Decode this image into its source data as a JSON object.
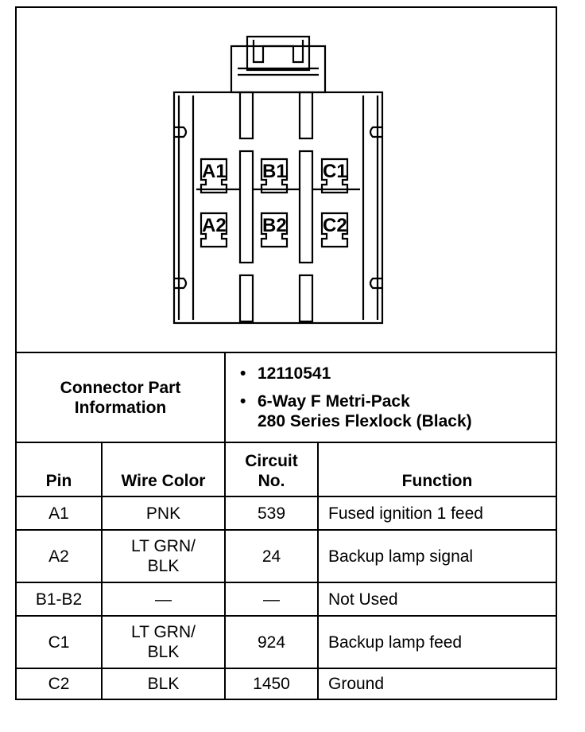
{
  "connector": {
    "pins": [
      "A1",
      "B1",
      "C1",
      "A2",
      "B2",
      "C2"
    ]
  },
  "part_info": {
    "label_line1": "Connector Part",
    "label_line2": "Information",
    "part_number": "12110541",
    "description_line1": "6-Way F Metri-Pack",
    "description_line2": "280 Series Flexlock (Black)"
  },
  "table": {
    "headers": {
      "pin": "Pin",
      "wire_color": "Wire Color",
      "circuit_line1": "Circuit",
      "circuit_line2": "No.",
      "function": "Function"
    },
    "rows": [
      {
        "pin": "A1",
        "wire_line1": "PNK",
        "wire_line2": "",
        "circuit": "539",
        "function": "Fused ignition 1 feed"
      },
      {
        "pin": "A2",
        "wire_line1": "LT GRN/",
        "wire_line2": "BLK",
        "circuit": "24",
        "function": "Backup lamp signal"
      },
      {
        "pin": "B1-B2",
        "wire_line1": "—",
        "wire_line2": "",
        "circuit": "—",
        "function": "Not Used"
      },
      {
        "pin": "C1",
        "wire_line1": "LT GRN/",
        "wire_line2": "BLK",
        "circuit": "924",
        "function": "Backup lamp feed"
      },
      {
        "pin": "C2",
        "wire_line1": "BLK",
        "wire_line2": "",
        "circuit": "1450",
        "function": "Ground"
      }
    ]
  }
}
